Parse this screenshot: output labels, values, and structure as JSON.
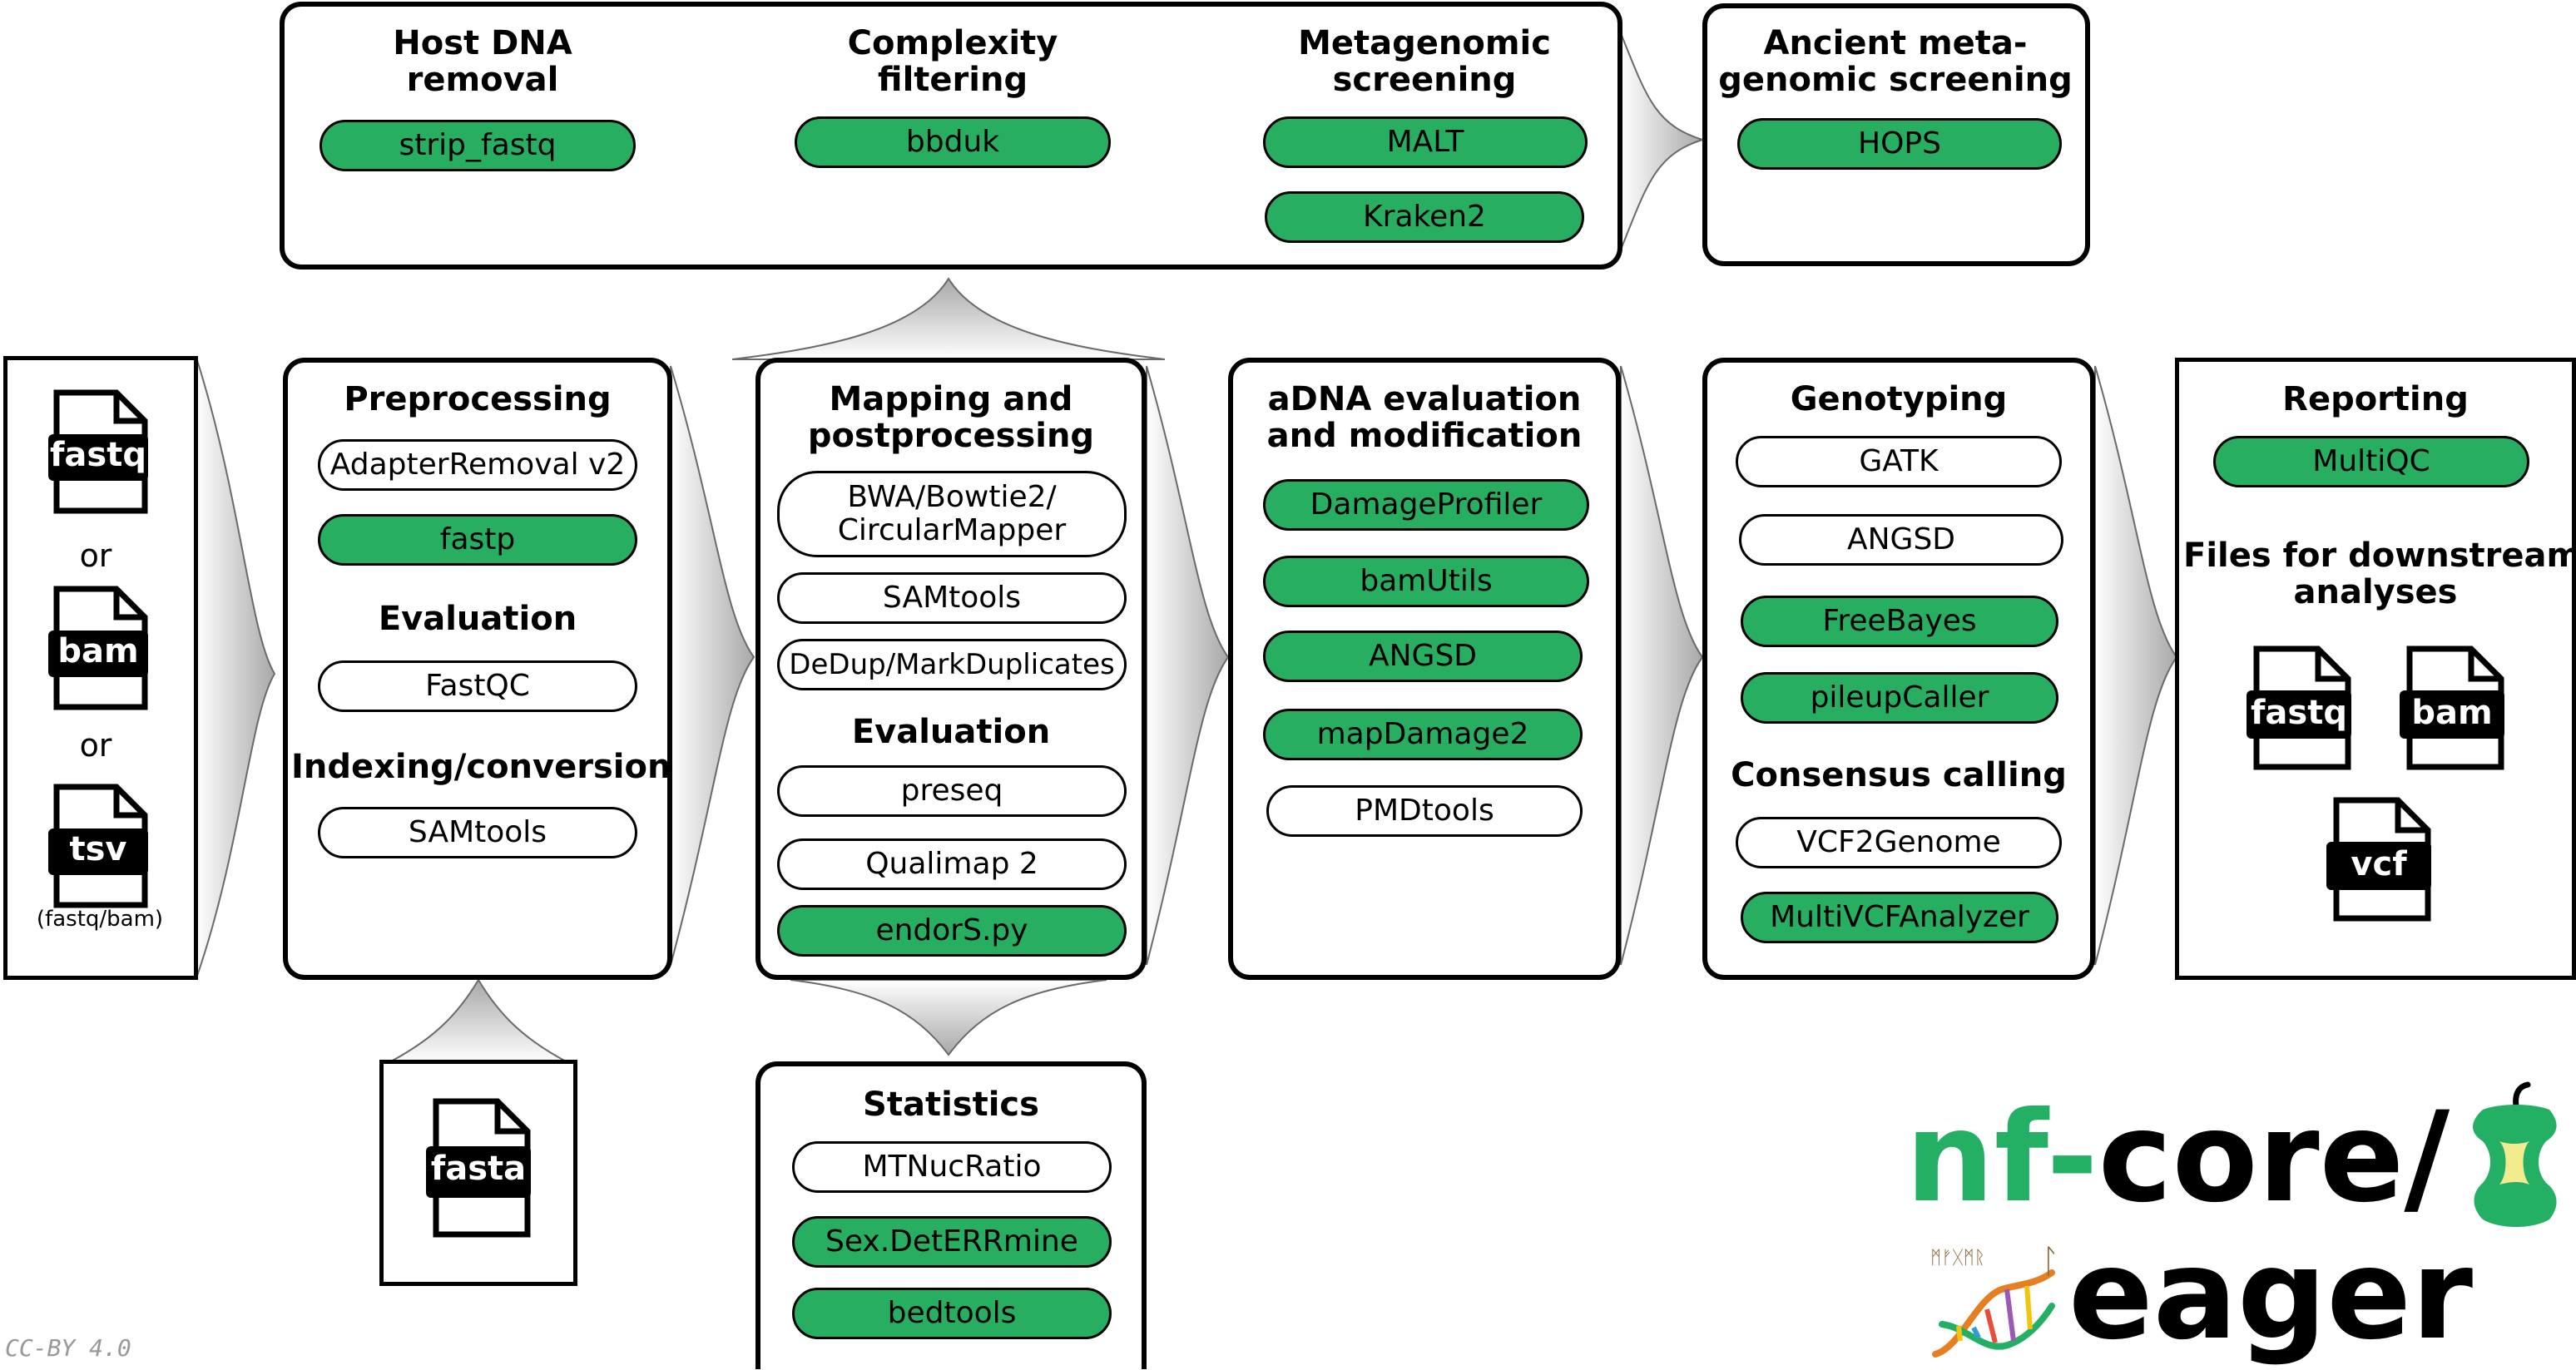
{
  "input": {
    "files": [
      "fastq",
      "bam",
      "tsv"
    ],
    "or_1": "or",
    "or_2": "or",
    "tsv_note": "(fastq/bam)"
  },
  "reference": {
    "file": "fasta"
  },
  "screening": {
    "host": {
      "title": "Host DNA\nremoval",
      "tools": [
        {
          "label": "strip_fastq",
          "optional": true
        }
      ]
    },
    "complexity": {
      "title": "Complexity\nfiltering",
      "tools": [
        {
          "label": "bbduk",
          "optional": true
        }
      ]
    },
    "metagenomic": {
      "title": "Metagenomic\nscreening",
      "tools": [
        {
          "label": "MALT",
          "optional": true
        },
        {
          "label": "Kraken2",
          "optional": true
        }
      ]
    }
  },
  "ancient": {
    "title": "Ancient meta-\ngenomic screening",
    "tools": [
      {
        "label": "HOPS",
        "optional": true
      }
    ]
  },
  "preprocessing": {
    "title": "Preprocessing",
    "tools": [
      {
        "label": "AdapterRemoval v2",
        "optional": false
      },
      {
        "label": "fastp",
        "optional": true
      }
    ],
    "evaluation_title": "Evaluation",
    "evaluation_tools": [
      {
        "label": "FastQC",
        "optional": false
      }
    ],
    "indexing_title": "Indexing/conversion",
    "indexing_tools": [
      {
        "label": "SAMtools",
        "optional": false
      }
    ]
  },
  "mapping": {
    "title": "Mapping and\npostprocessing",
    "tools": [
      {
        "label": "BWA/Bowtie2/\nCircularMapper",
        "optional": false
      },
      {
        "label": "SAMtools",
        "optional": false
      },
      {
        "label": "DeDup/MarkDuplicates",
        "optional": false
      }
    ],
    "evaluation_title": "Evaluation",
    "evaluation_tools": [
      {
        "label": "preseq",
        "optional": false
      },
      {
        "label": "Qualimap 2",
        "optional": false
      },
      {
        "label": "endorS.py",
        "optional": true
      }
    ]
  },
  "statistics": {
    "title": "Statistics",
    "tools": [
      {
        "label": "MTNucRatio",
        "optional": false
      },
      {
        "label": "Sex.DetERRmine",
        "optional": true
      },
      {
        "label": "bedtools",
        "optional": true
      }
    ]
  },
  "adna": {
    "title": "aDNA evaluation\nand modification",
    "tools": [
      {
        "label": "DamageProfiler",
        "optional": true
      },
      {
        "label": "bamUtils",
        "optional": true
      },
      {
        "label": "ANGSD",
        "optional": true
      },
      {
        "label": "mapDamage2",
        "optional": true
      },
      {
        "label": "PMDtools",
        "optional": false
      }
    ]
  },
  "genotyping": {
    "title": "Genotyping",
    "tools": [
      {
        "label": "GATK",
        "optional": false
      },
      {
        "label": "ANGSD",
        "optional": false
      },
      {
        "label": "FreeBayes",
        "optional": true
      },
      {
        "label": "pileupCaller",
        "optional": true
      }
    ],
    "consensus_title": "Consensus calling",
    "consensus_tools": [
      {
        "label": "VCF2Genome",
        "optional": false
      },
      {
        "label": "MultiVCFAnalyzer",
        "optional": true
      }
    ]
  },
  "reporting": {
    "title": "Reporting",
    "tools": [
      {
        "label": "MultiQC",
        "optional": true
      }
    ],
    "files_title": "Files for downstream\nanalyses",
    "files": [
      "fastq",
      "bam",
      "vcf"
    ]
  },
  "logo": {
    "nf": "nf",
    "dash": "-",
    "core": "core/",
    "eager": "eager",
    "runes": "ᛗᚠᚷᛗᚱ",
    "rune_l": "ᛚ",
    "green": "#24b064",
    "apple_inner": "#f3ec8f"
  },
  "license": "CC-BY 4.0",
  "colors": {
    "optional_tool": "#27ae60",
    "required_tool": "#ffffff",
    "arrow_fill": "#d0d0d0"
  }
}
